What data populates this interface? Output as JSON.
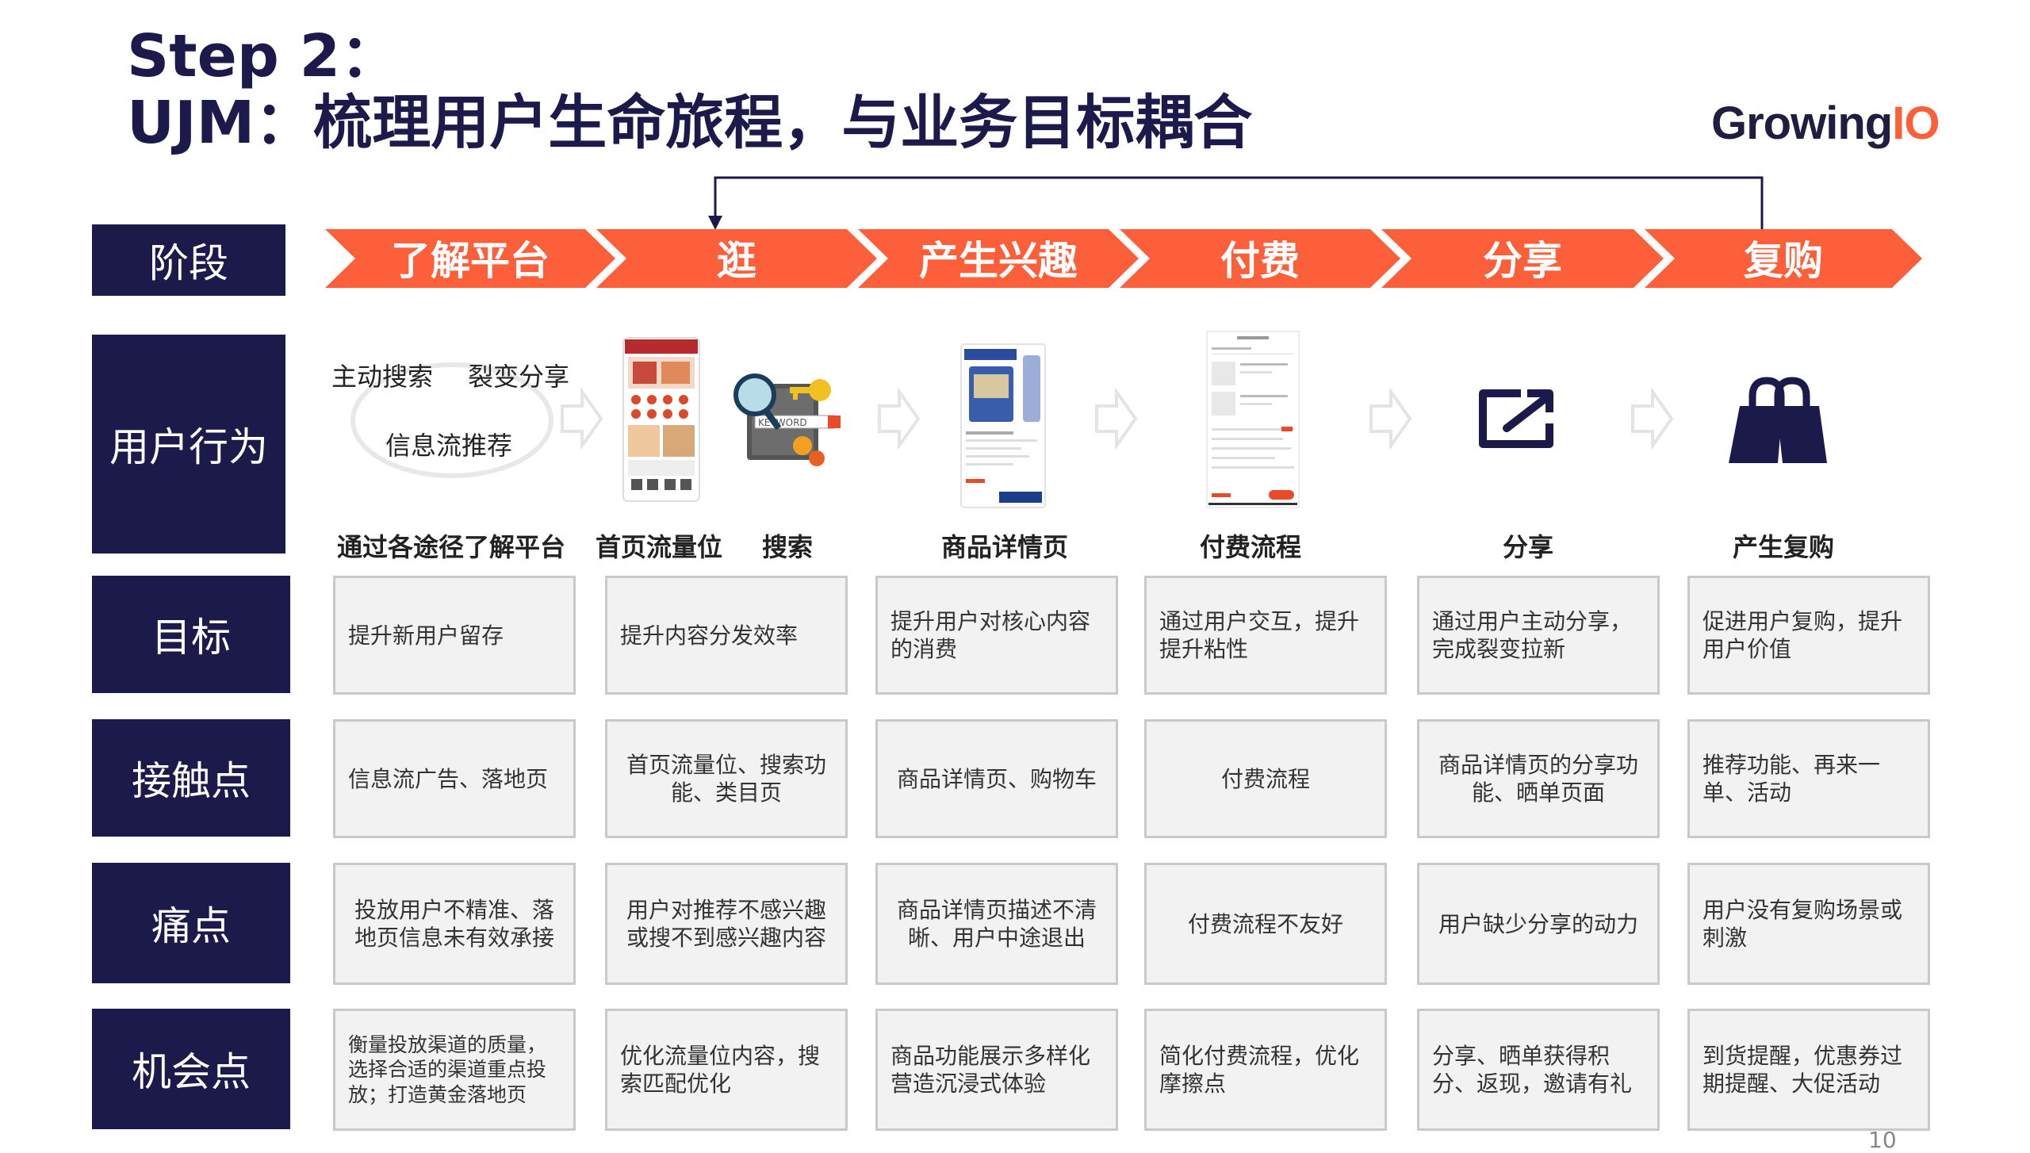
{
  "title": {
    "line1": "Step 2：",
    "line2": "UJM：梳理用户生命旅程，与业务目标耦合"
  },
  "logo": {
    "main": "Growing",
    "suffix": "IO"
  },
  "colors": {
    "navy": "#1c1a4b",
    "accent": "#fc5f3a",
    "cell_bg": "#f2f2f2",
    "cell_border": "#c9c9c9"
  },
  "row_labels": {
    "stage": "阶段",
    "behavior": "用户行为",
    "goal": "目标",
    "touchpoint": "接触点",
    "pain": "痛点",
    "opportunity": "机会点"
  },
  "stages": [
    "了解平台",
    "逛",
    "产生兴趣",
    "付费",
    "分享",
    "复购"
  ],
  "behavior": {
    "bubble": {
      "a": "主动搜索",
      "b": "裂变分享",
      "c": "信息流推荐"
    },
    "search_placeholder": "KEYWORD",
    "captions": [
      "通过各途径了解平台",
      "首页流量位",
      "搜索",
      "商品详情页",
      "付费流程",
      "分享",
      "产生复购"
    ]
  },
  "goals": [
    "提升新用户留存",
    "提升内容分发效率",
    "提升用户对核心内容的消费",
    "通过用户交互，提升提升粘性",
    "通过用户主动分享，完成裂变拉新",
    "促进用户复购，提升用户价值"
  ],
  "touchpoints": [
    "信息流广告、落地页",
    "首页流量位、搜索功能、类目页",
    "商品详情页、购物车",
    "付费流程",
    "商品详情页的分享功能、晒单页面",
    "推荐功能、再来一单、活动"
  ],
  "pains": [
    "投放用户不精准、落地页信息未有效承接",
    "用户对推荐不感兴趣或搜不到感兴趣内容",
    "商品详情页描述不清晰、用户中途退出",
    "付费流程不友好",
    "用户缺少分享的动力",
    "用户没有复购场景或刺激"
  ],
  "opportunities": [
    "衡量投放渠道的质量，选择合适的渠道重点投放；打造黄金落地页",
    "优化流量位内容，搜索匹配优化",
    "商品功能展示多样化营造沉浸式体验",
    "简化付费流程，优化摩擦点",
    "分享、晒单获得积分、返现，邀请有礼",
    "到货提醒，优惠券过期提醒、大促活动"
  ],
  "icons": [
    "home-screen-icon",
    "search-key-icon",
    "product-page-icon",
    "checkout-page-icon",
    "share-icon",
    "shopping-bag-icon",
    "arrow-right-icon"
  ],
  "page_number": "10"
}
